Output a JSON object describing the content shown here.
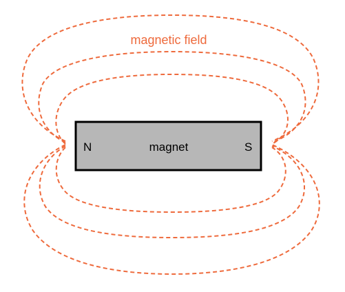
{
  "field_label": "magnetic field",
  "magnet": {
    "label": "magnet",
    "north_label": "N",
    "south_label": "S"
  },
  "colors": {
    "field_line": "#ee6a3c",
    "magnet_fill": "#b7b7b7",
    "magnet_border": "#000000",
    "text": "#000000"
  }
}
